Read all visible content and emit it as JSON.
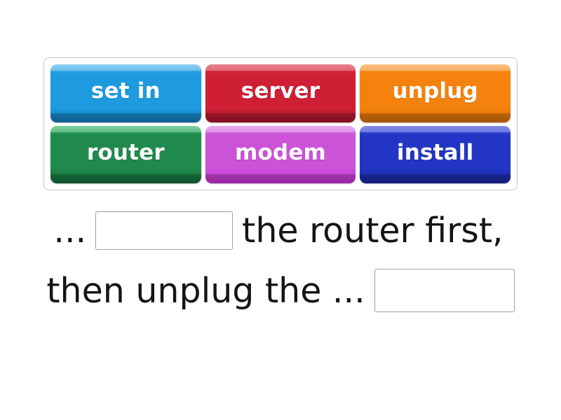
{
  "exercise": {
    "type": "drag-and-drop-word-fill",
    "word_bank": {
      "rows": [
        [
          {
            "label": "set in",
            "color": "#1e9ae0",
            "color_dark": "#1178b8",
            "color_light": "#5bbcee"
          },
          {
            "label": "server",
            "color": "#cf1f35",
            "color_dark": "#a3162a",
            "color_light": "#e0485c"
          },
          {
            "label": "unplug",
            "color": "#f4820d",
            "color_dark": "#d06a05",
            "color_light": "#f8a34b"
          }
        ],
        [
          {
            "label": "router",
            "color": "#1f8a4c",
            "color_dark": "#14693a",
            "color_light": "#3bc46f"
          },
          {
            "label": "modem",
            "color": "#cc52d8",
            "color_dark": "#c12fd0",
            "color_light": "#dd87e6"
          },
          {
            "label": "install",
            "color": "#2335c4",
            "color_dark": "#1a269b",
            "color_light": "#4a5ae0"
          }
        ]
      ]
    },
    "sentence": {
      "line1": {
        "lead": "...",
        "blank": "",
        "tail": "the router first,"
      },
      "line2": {
        "lead": "then unplug the ...",
        "blank": ""
      }
    }
  },
  "colors": {
    "page_background": "#ffffff",
    "bank_border": "#c9c9c9",
    "dropzone_border": "#9e9e9e",
    "text": "#141414",
    "tile_text": "#ffffff"
  }
}
